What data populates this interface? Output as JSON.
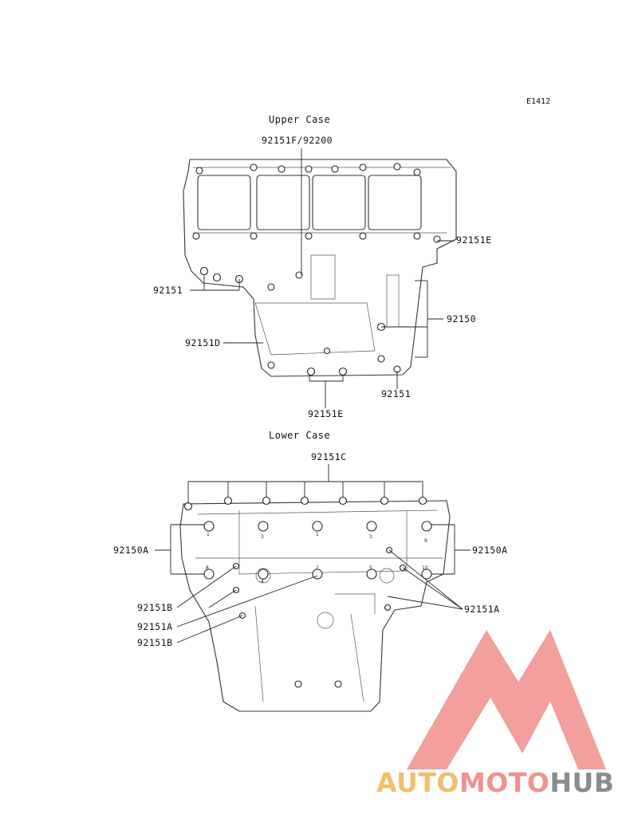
{
  "diagram_code": "E1412",
  "upper": {
    "title": "Upper Case",
    "labels": {
      "top": "92151F/92200",
      "right_e": "92151E",
      "left": "92151",
      "right": "92150",
      "left_d": "92151D",
      "bottom_right": "92151",
      "bottom": "92151E"
    }
  },
  "lower": {
    "title": "Lower Case",
    "labels": {
      "top": "92151C",
      "left_a": "92150A",
      "right_a": "92150A",
      "left_b1": "92151B",
      "left_a2": "92151A",
      "left_b2": "92151B",
      "right_a2": "92151A"
    },
    "sequence_numbers": [
      "1",
      "2",
      "3",
      "4",
      "5",
      "6",
      "7",
      "8",
      "9",
      "10"
    ]
  },
  "watermark": {
    "part1": "AUTO",
    "part2": "MOTO",
    "part3": "HUB",
    "colors": {
      "auto": "#f2bd6c",
      "moto": "#f0928f",
      "hub": "#8c8c8c",
      "logo": "#f08f8d"
    }
  }
}
